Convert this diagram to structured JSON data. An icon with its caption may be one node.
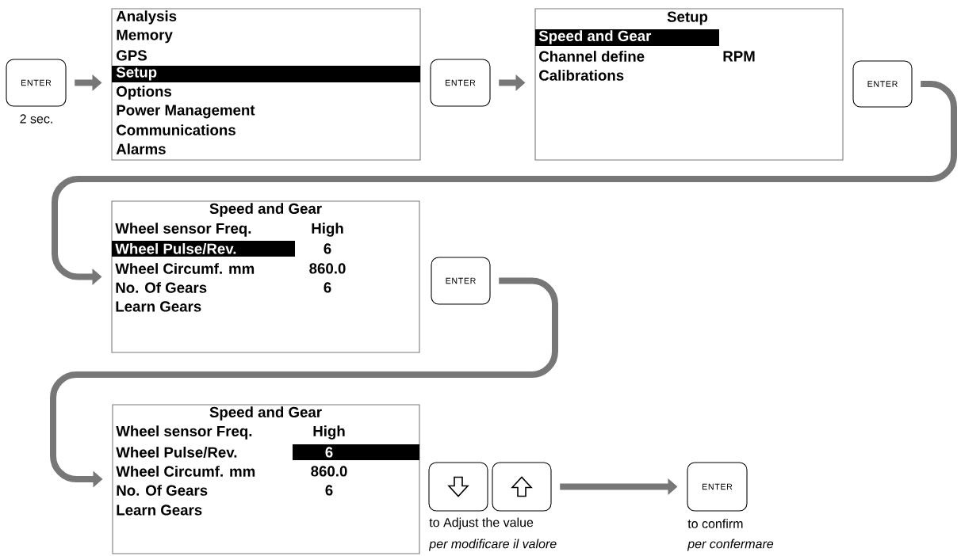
{
  "diagram": {
    "nodes": [
      {
        "text": [
          "ENTER"
        ],
        "beside": [
          "2 sec."
        ]
      },
      {
        "text": [
          "Analysis",
          "Memory",
          "GPS",
          "Setup",
          "Options",
          "Power Management",
          "Communications",
          "Alarms"
        ]
      },
      {
        "text": [
          "ENTER"
        ]
      },
      {
        "text": [
          "Setup",
          "Speed and Gear",
          "Channel define",
          "RPM",
          "Calibrations"
        ]
      },
      {
        "text": [
          "ENTER"
        ]
      },
      {
        "text": [
          "Speed and Gear",
          "Wheel sensor Freq.",
          "High",
          "Wheel Pulse/Rev.",
          "6",
          "Wheel Circumf. mm",
          "860.0",
          "No. Of Gears",
          "6",
          "Learn Gears"
        ]
      },
      {
        "text": [
          "ENTER"
        ]
      },
      {
        "text": [
          "Speed and Gear",
          "Wheel sensor Freq.",
          "High",
          "Wheel Pulse/Rev.",
          "6",
          "Wheel Circumf. mm",
          "860.0",
          "No. Of Gears",
          "6",
          "Learn Gears"
        ]
      },
      {
        "text": [],
        "shape": "box",
        "beside": [
          "to Adjust the value",
          "per modificare il valore"
        ]
      },
      {
        "text": [],
        "shape": "box"
      },
      {
        "text": [
          "ENTER"
        ],
        "beside": [
          "to confirm",
          "per confermare"
        ]
      }
    ],
    "edges": [
      {
        "from": 0,
        "to": 1,
        "arrow": "to"
      },
      {
        "from": 2,
        "to": 3,
        "arrow": "to"
      },
      {
        "from": 4,
        "to": 5,
        "arrow": "to"
      },
      {
        "from": 6,
        "to": 7,
        "arrow": "to"
      },
      {
        "from": 9,
        "to": 10,
        "arrow": "to"
      }
    ]
  }
}
